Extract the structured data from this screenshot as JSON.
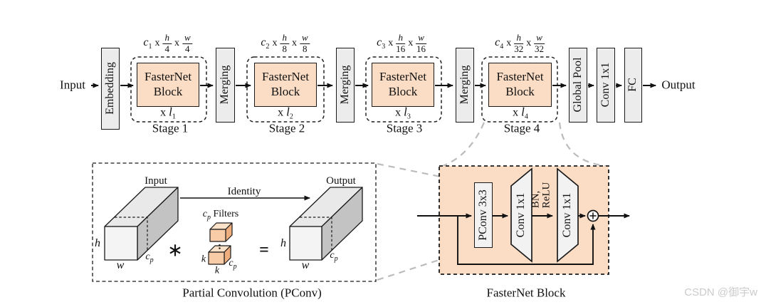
{
  "watermark": "CSDN @御宇w",
  "colors": {
    "block_peach": "#fbdcc4",
    "box_gray": "#ececec",
    "cuboid_front": "#f4f4f4",
    "cuboid_top": "#e9e9e9",
    "cuboid_side": "#c3c3c3",
    "filter_front": "#f8cca6",
    "filter_top": "#fbe2c9",
    "filter_side": "#efae7e",
    "connector_gray": "#bcbcbc",
    "line_black": "#111111"
  },
  "pipeline": {
    "input": "Input",
    "output": "Output",
    "embedding": "Embedding",
    "merging": "Merging",
    "global_pool": "Global Pool",
    "conv1x1": "Conv 1x1",
    "fc": "FC",
    "times": "x",
    "stages": [
      {
        "name": "Stage 1",
        "block": "FasterNet Block",
        "c": "c",
        "c_sub": "1",
        "h": "h",
        "h_den": "4",
        "w": "w",
        "w_den": "4",
        "repeat_var": "l",
        "repeat_sub": "1"
      },
      {
        "name": "Stage 2",
        "block": "FasterNet Block",
        "c": "c",
        "c_sub": "2",
        "h": "h",
        "h_den": "8",
        "w": "w",
        "w_den": "8",
        "repeat_var": "l",
        "repeat_sub": "2"
      },
      {
        "name": "Stage 3",
        "block": "FasterNet Block",
        "c": "c",
        "c_sub": "3",
        "h": "h",
        "h_den": "16",
        "w": "w",
        "w_den": "16",
        "repeat_var": "l",
        "repeat_sub": "3"
      },
      {
        "name": "Stage 4",
        "block": "FasterNet Block",
        "c": "c",
        "c_sub": "4",
        "h": "h",
        "h_den": "32",
        "w": "w",
        "w_den": "32",
        "repeat_var": "l",
        "repeat_sub": "4"
      }
    ]
  },
  "pconv": {
    "caption": "Partial Convolution (PConv)",
    "input": "Input",
    "output": "Output",
    "identity": "Identity",
    "h": "h",
    "w": "w",
    "c": "c",
    "p": "p",
    "k": "k",
    "filters": "Filters",
    "star": "∗",
    "equals": "="
  },
  "detail": {
    "caption": "FasterNet Block",
    "pconv": "PConv 3x3",
    "conv_a": "Conv 1x1",
    "bn": "BN,",
    "relu": "ReLU",
    "conv_b": "Conv 1x1"
  }
}
